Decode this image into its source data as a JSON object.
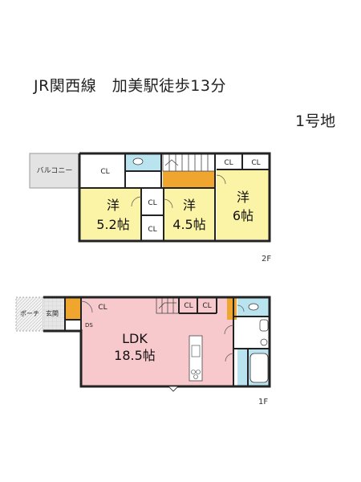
{
  "header": {
    "access": "JR関西線　加美駅徒歩13分",
    "lot_number": "1号地"
  },
  "floor2": {
    "label": "2F",
    "balcony": "バルコニー",
    "closet": "CL",
    "rooms": [
      {
        "name": "洋",
        "size": "5.2帖"
      },
      {
        "name": "洋",
        "size": "4.5帖"
      },
      {
        "name": "洋",
        "size": "6帖"
      }
    ]
  },
  "floor1": {
    "label": "1F",
    "porch": "ポーチ",
    "entrance": "玄関",
    "ds": "DS",
    "closet": "CL",
    "ldk_name": "LDK",
    "ldk_size": "18.5帖"
  },
  "colors": {
    "bedroom": "#fbf3a6",
    "ldk": "#f7c9cc",
    "wet": "#b9e4ef",
    "stairs_wood": "#f0a52e",
    "balcony": "#e3e3e3",
    "wall": "#222222"
  }
}
